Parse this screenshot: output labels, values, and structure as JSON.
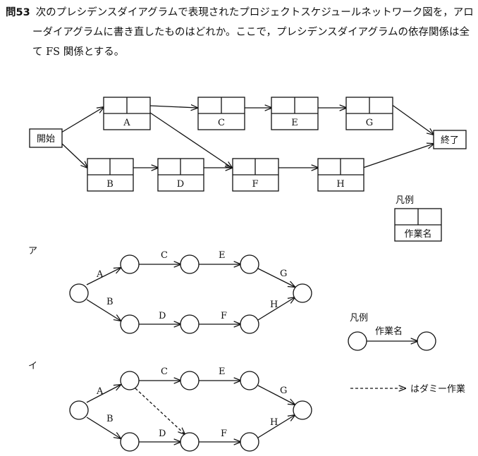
{
  "question": {
    "number": "問53",
    "text": "次のプレシデンスダイアグラムで表現されたプロジェクトスケジュールネットワーク図を，アローダイアグラムに書き直したものはどれか。ここで，プレシデンスダイアグラムの依存関係は全て FS 関係とする。"
  },
  "precedence": {
    "start": "開始",
    "end": "終了",
    "tasks": [
      "A",
      "B",
      "C",
      "D",
      "E",
      "F",
      "G",
      "H"
    ],
    "legend": {
      "title": "凡例",
      "name": "作業名"
    }
  },
  "option_a": {
    "label": "ア",
    "activities": [
      "A",
      "B",
      "C",
      "D",
      "E",
      "F",
      "G",
      "H"
    ]
  },
  "option_i": {
    "label": "イ",
    "activities": [
      "A",
      "B",
      "C",
      "D",
      "E",
      "F",
      "G",
      "H"
    ]
  },
  "arrow_legend": {
    "title": "凡例",
    "name": "作業名",
    "dummy_text": "はダミー作業"
  }
}
